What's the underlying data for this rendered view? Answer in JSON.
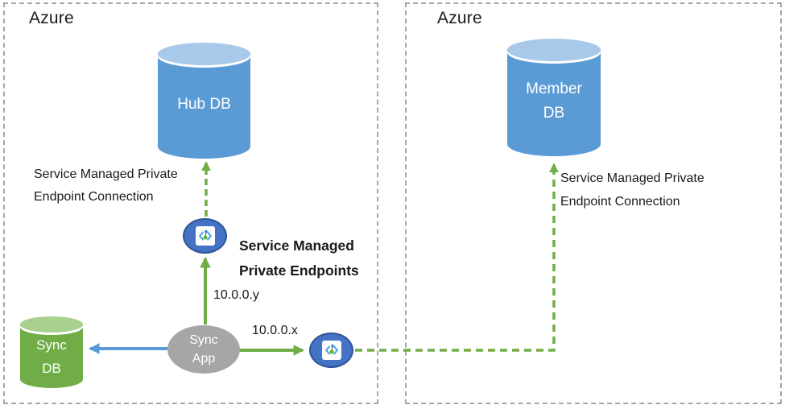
{
  "left": {
    "region_label": "Azure",
    "hub_db_label": "Hub DB",
    "sync_db_line1": "Sync",
    "sync_db_line2": "DB",
    "sync_app_line1": "Sync",
    "sync_app_line2": "App",
    "connection_line1": "Service Managed Private",
    "connection_line2": "Endpoint Connection",
    "endpoints_line1": "Service Managed",
    "endpoints_line2": "Private Endpoints",
    "ip_hub": "10.0.0.y",
    "ip_member": "10.0.0.x"
  },
  "right": {
    "region_label": "Azure",
    "member_db_line1": "Member",
    "member_db_line2": "DB",
    "connection_line1": "Service Managed Private",
    "connection_line2": "Endpoint Connection"
  },
  "icons": {
    "private_endpoint": "private-endpoint-icon"
  },
  "colors": {
    "db_blue": "#5b9bd5",
    "db_blue_top": "#a9c9ea",
    "db_green": "#70ad47",
    "db_green_top": "#a9d18e",
    "app_gray": "#a6a6a6",
    "endpoint_fill": "#4472c4",
    "endpoint_border": "#2f5597",
    "arrow_green": "#70ad47",
    "arrow_blue": "#5b9bd5",
    "region_border": "#a6a6a6"
  }
}
